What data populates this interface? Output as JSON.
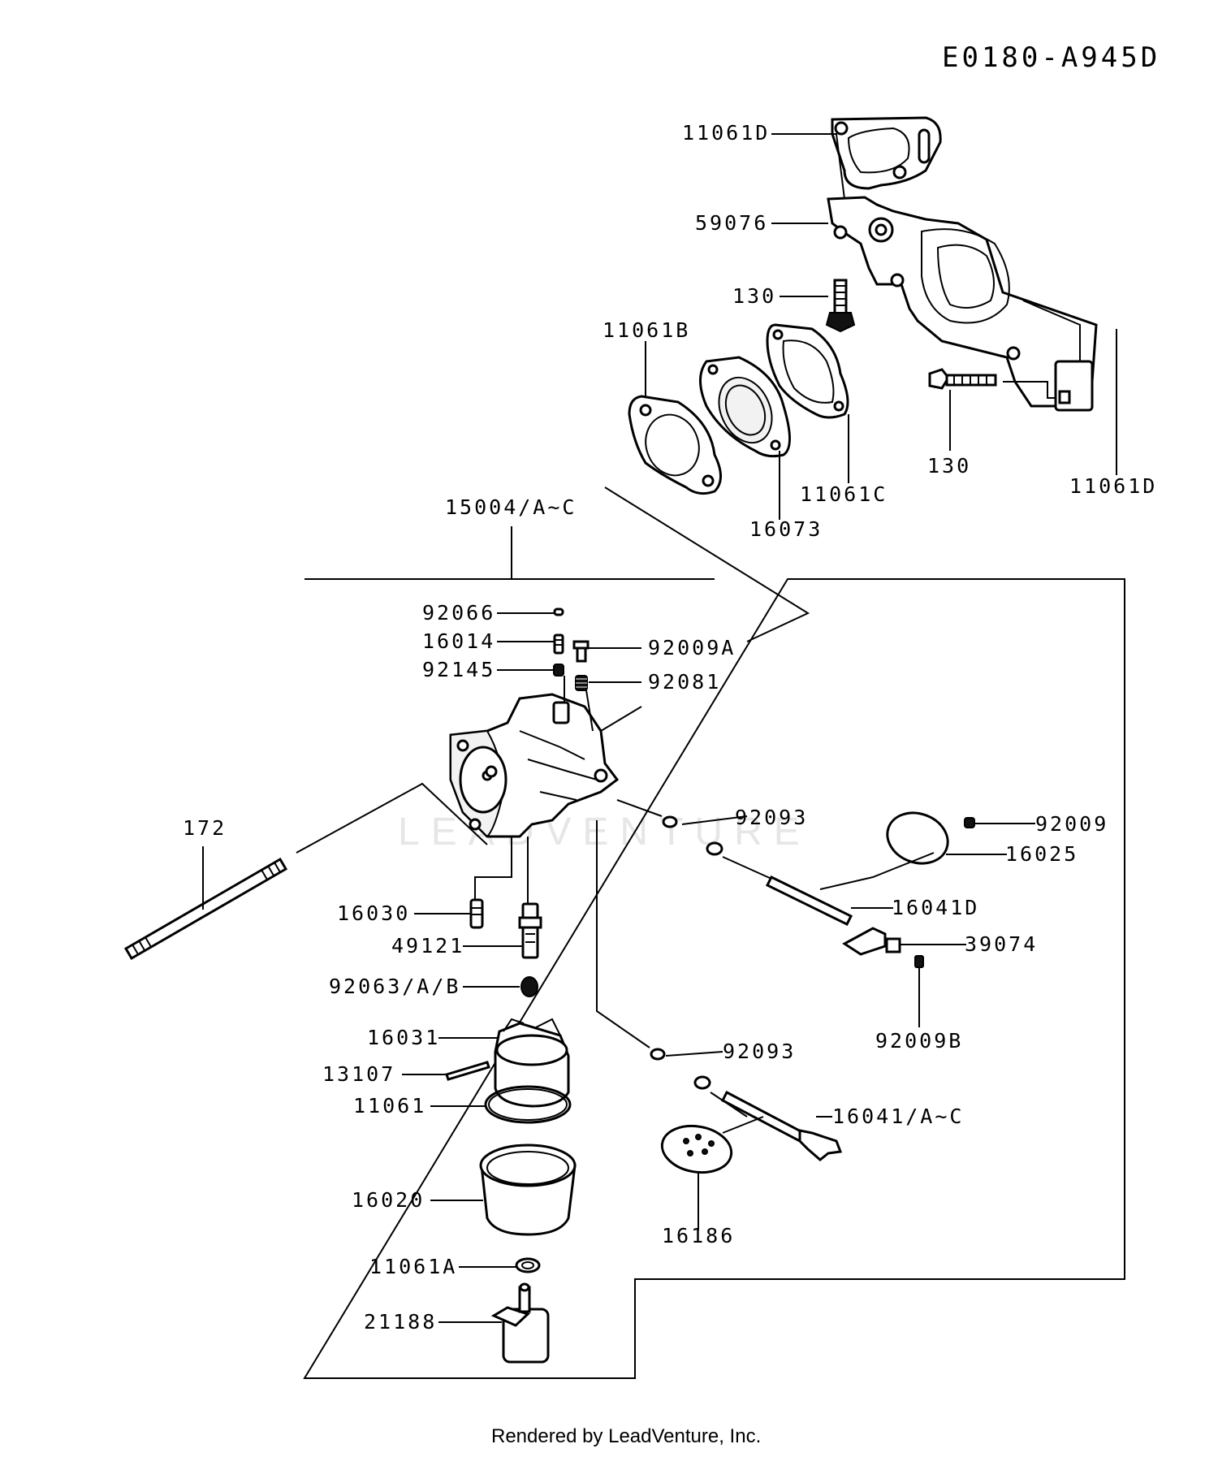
{
  "diagram_code": "E0180-A945D",
  "footer": "Rendered by LeadVenture, Inc.",
  "watermark": "LEADVENTURE",
  "labels": {
    "l11061D_top": "11061D",
    "l59076": "59076",
    "l130_a": "130",
    "l11061B": "11061B",
    "l130_b": "130",
    "l11061D_right": "11061D",
    "l11061C": "11061C",
    "l16073": "16073",
    "l15004": "15004/A~C",
    "l92066": "92066",
    "l16014": "16014",
    "l92009A": "92009A",
    "l92145": "92145",
    "l92081": "92081",
    "l172": "172",
    "l92093_a": "92093",
    "l92009": "92009",
    "l16025": "16025",
    "l16030": "16030",
    "l16041D": "16041D",
    "l39074": "39074",
    "l49121": "49121",
    "l92009B": "92009B",
    "l92063": "92063/A/B",
    "l16031": "16031",
    "l92093_b": "92093",
    "l13107": "13107",
    "l16041AC": "16041/A~C",
    "l11061": "11061",
    "l16020": "16020",
    "l16186": "16186",
    "l11061A": "11061A",
    "l21188": "21188"
  }
}
